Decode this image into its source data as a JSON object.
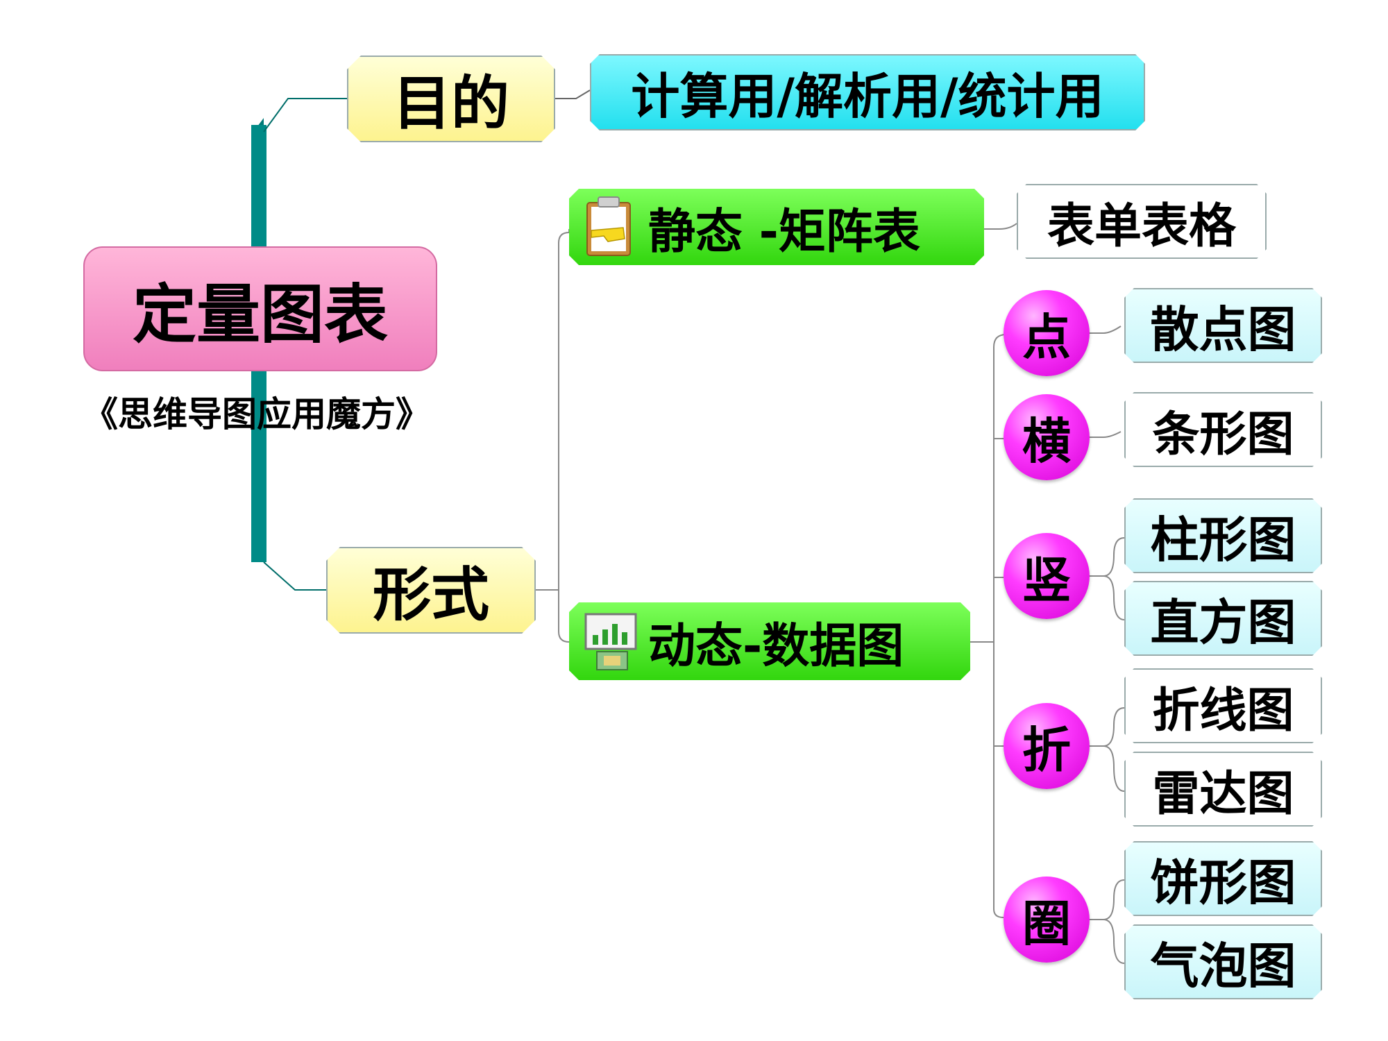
{
  "root": {
    "label": "定量图表",
    "subtitle": "《思维导图应用魔方》"
  },
  "purpose": {
    "label": "目的",
    "detail": "计算用/解析用/统计用"
  },
  "form": {
    "label": "形式",
    "static": {
      "label": "静态 -矩阵表",
      "icon": "clipboard-icon",
      "child": "表单表格"
    },
    "dynamic": {
      "label": "动态-数据图",
      "icon": "chart-icon",
      "groups": [
        {
          "key": "点",
          "items": [
            "散点图"
          ]
        },
        {
          "key": "横",
          "items": [
            "条形图"
          ]
        },
        {
          "key": "竖",
          "items": [
            "柱形图",
            "直方图"
          ]
        },
        {
          "key": "折",
          "items": [
            "折线图",
            "雷达图"
          ]
        },
        {
          "key": "圈",
          "items": [
            "饼形图",
            "气泡图"
          ]
        }
      ]
    }
  },
  "colors": {
    "root": "#f48ec6",
    "yellow": "#fdf38e",
    "cyan": "#21dfee",
    "green": "#32d60e",
    "magenta": "#ff00ff",
    "light_cyan": "#d2f8fb",
    "spine": "#008080"
  }
}
